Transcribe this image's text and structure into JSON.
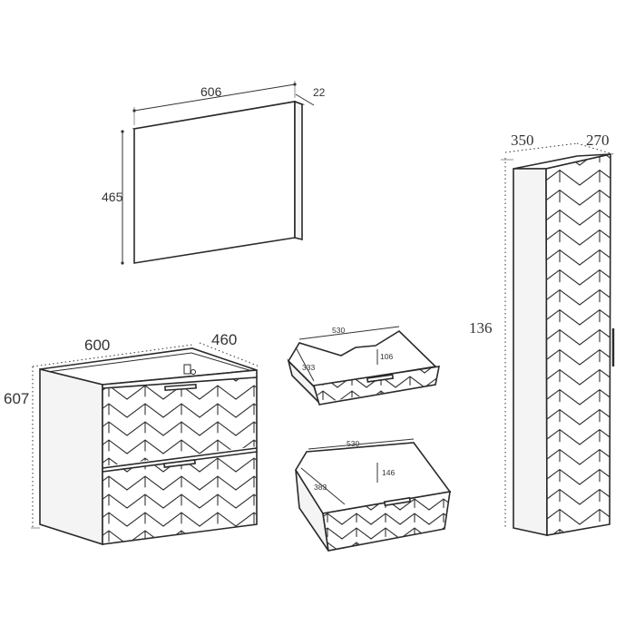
{
  "mirror": {
    "width": "606",
    "depth": "22",
    "height": "465"
  },
  "vanity": {
    "width": "600",
    "depth": "460",
    "height": "607"
  },
  "drawer_top": {
    "width": "530",
    "depth": "333",
    "height": "106"
  },
  "drawer_bottom": {
    "width": "530",
    "depth": "383",
    "height": "146"
  },
  "tall_cabinet": {
    "width": "350",
    "depth": "270",
    "height": "136"
  },
  "colors": {
    "line": "#2a2a2a",
    "background": "#ffffff"
  }
}
